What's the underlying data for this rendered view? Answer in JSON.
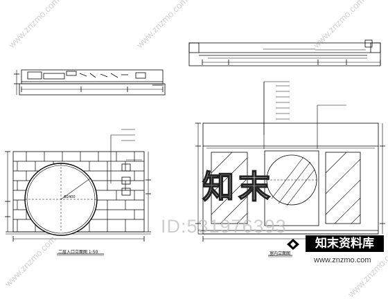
{
  "watermarks": {
    "id_text": "ID:531976393",
    "logo_text": "知末",
    "brand_text": "知末资料库",
    "url_text": "www.znzmo.com",
    "diagonal_texts": [
      "www.znzmo.com",
      "www.znzmo.com",
      "www.znzmo.com",
      "www.znzmo.com",
      "www.znzmo.com"
    ]
  },
  "drawings": {
    "left_elevation_caption": "二层入口立面图 1:50",
    "right_elevation_caption": "室内立面图",
    "moon_gate_dimension": "Φ2400"
  },
  "annotation_rows": [
    "——",
    "——",
    "——",
    "——",
    "——",
    "——",
    "——",
    "——"
  ],
  "colors": {
    "line": "#000000",
    "watermark_gray": "#bbbbbb"
  }
}
